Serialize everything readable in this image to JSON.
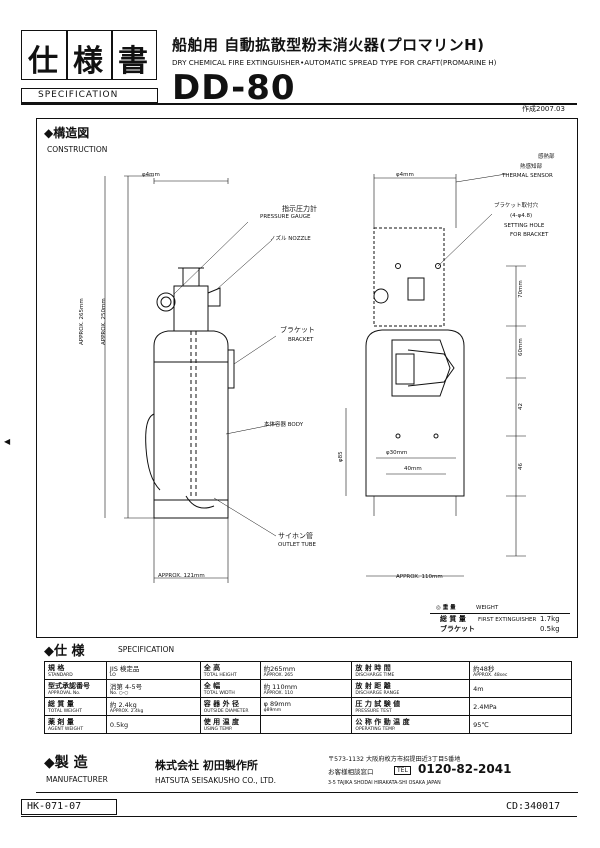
{
  "header": {
    "title_chars": [
      "仕",
      "様",
      "書"
    ],
    "jp_product": "船舶用 自動拡散型粉末消火器(プロマリンH)",
    "en_product": "DRY CHEMICAL FIRE EXTINGUISHER•AUTOMATIC SPREAD TYPE FOR CRAFT(PROMARINE H)",
    "spec_label": "SPECIFICATION",
    "model": "DD-80",
    "date": "作成2007.03"
  },
  "construction": {
    "title_jp": "◆構造図",
    "title_en": "CONSTRUCTION",
    "dims": {
      "top_width": "φ4mm",
      "height1": "APPROX. 265mm",
      "height2": "APPROX. 250mm",
      "bottom_width": "APPROX. 121mm",
      "side_width": "APPROX. 110mm",
      "side_inner": "φ30mm",
      "base_inner": "40mm",
      "side_h1": "70mm",
      "side_h2": "60mm",
      "side_h3": "42",
      "side_h4": "46",
      "side_h5": "φ85"
    },
    "labels": {
      "gauge_jp": "指示圧力計",
      "gauge_en": "PRESSURE GAUGE",
      "nozzle": "ノズル NOZZLE",
      "bracket_jp": "ブラケット",
      "bracket_en": "BRACKET",
      "body": "本体容器 BODY",
      "outlet_jp": "サイホン管",
      "outlet_en": "OUTLET TUBE",
      "sensor_jp1": "感熱部",
      "sensor_jp2": "熱感知部",
      "sensor_en": "THERMAL SENSOR",
      "hole_jp": "ブラケット取付穴",
      "hole_jp2": "(4-φ4.8)",
      "hole_en1": "SETTING HOLE",
      "hole_en2": "FOR BRACKET"
    }
  },
  "weight": {
    "header_jp": "◎ 重 量",
    "header_en": "WEIGHT",
    "rows": [
      {
        "label": "総 質 量",
        "label_en": "FIRST EXTINGUISHER",
        "value": "1.7kg"
      },
      {
        "label": "ブラケット",
        "label_en": "",
        "value": "0.5kg"
      }
    ]
  },
  "specs": {
    "title_jp": "◆仕 様",
    "title_en": "SPECIFICATION",
    "left": [
      {
        "label": "規 格",
        "label_en": "STANDARD",
        "value": "JIS 検定品",
        "value_en": "LO"
      },
      {
        "label": "型式承認番号",
        "label_en": "APPROVAL No.",
        "value": "消第 4-5号",
        "value_en": "No. ○-○"
      },
      {
        "label": "総 質 量",
        "label_en": "TOTAL WEIGHT",
        "value": "約 2.4kg",
        "value_en": "APPROX. 2.4kg"
      },
      {
        "label": "薬 剤 量",
        "label_en": "AGENT WEIGHT",
        "value": "0.5kg",
        "value_en": ""
      }
    ],
    "mid": [
      {
        "label": "全 高",
        "label_en": "TOTAL HEIGHT",
        "value": "約265mm",
        "value_en": "APPROX. 265"
      },
      {
        "label": "全 幅",
        "label_en": "TOTAL WIDTH",
        "value": "約 110mm",
        "value_en": "APPROX. 110"
      },
      {
        "label": "容 器 外 径",
        "label_en": "OUTSIDE DIAMETER",
        "value": "φ 89mm",
        "value_en": "φ89mm"
      },
      {
        "label": "使 用 温 度",
        "label_en": "USING TEMP.",
        "value": "",
        "value_en": ""
      }
    ],
    "right": [
      {
        "label": "放 射 時 間",
        "label_en": "DISCHARGE TIME",
        "value": "約48秒",
        "value_en": "APPROX. 48sec"
      },
      {
        "label": "放 射 距 離",
        "label_en": "DISCHARGE RANGE",
        "value": "4m",
        "value_en": ""
      },
      {
        "label": "圧 力 試 験 値",
        "label_en": "PRESSURE TEST",
        "value": "2.4MPa",
        "value_en": ""
      },
      {
        "label": "公 称 作 動 温 度",
        "label_en": "OPERATING TEMP.",
        "value": "95℃",
        "value_en": ""
      }
    ]
  },
  "manufacturer": {
    "title_jp": "◆製 造",
    "title_en": "MANUFACTURER",
    "company_jp": "株式会社 初田製作所",
    "company_en": "HATSUTA SEISAKUSHO CO., LTD.",
    "address": "〒573-1132 大阪府枚方市招提田近3丁目5番地",
    "customer_label": "お客様相談窓口",
    "phone_badge": "TEL",
    "phone": "0120-82-2041",
    "address_en": "3-5 TAJIKA SHODAI HIRAKATA-SHI OSAKA JAPAN"
  },
  "footer": {
    "doc_no": "HK-071-07",
    "code": "CD:340017"
  }
}
